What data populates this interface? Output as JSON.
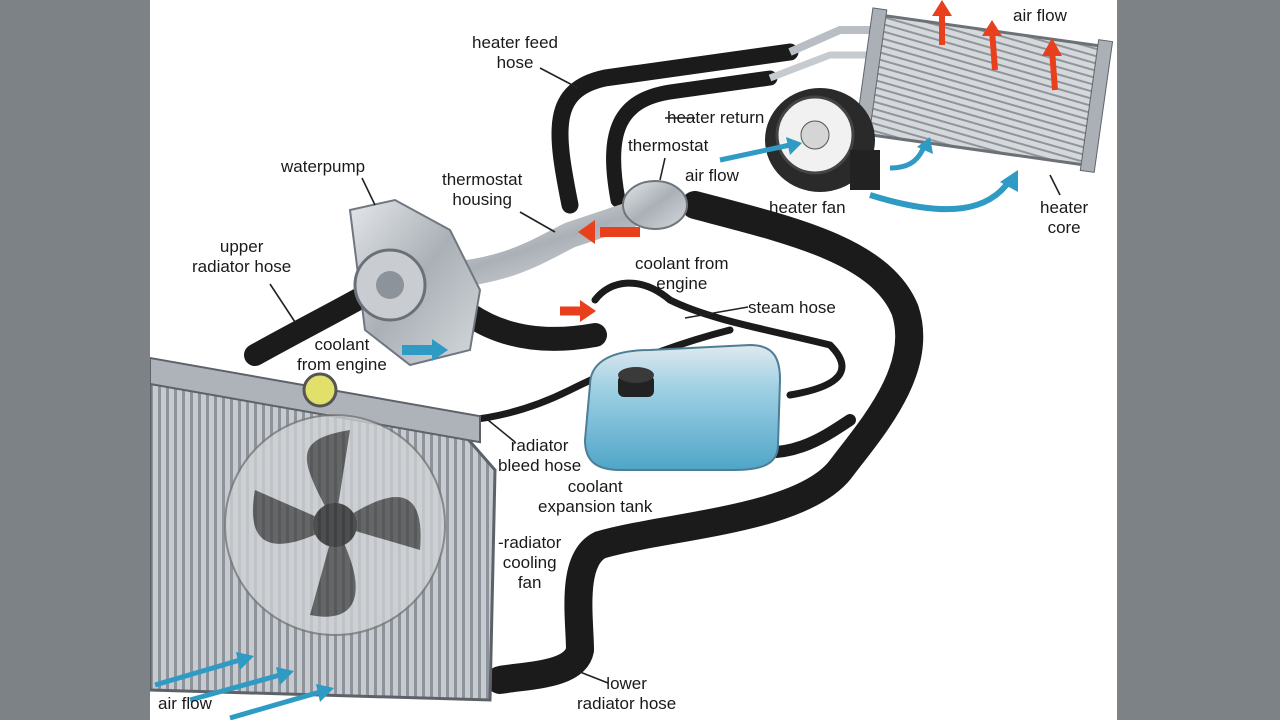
{
  "labels": {
    "heater_feed_hose": [
      "heater feed",
      "hose"
    ],
    "air_flow_top": "air flow",
    "heater_return": "heater return",
    "thermostat": "thermostat",
    "air_flow_mid": "air flow",
    "heater_fan": "heater fan",
    "heater_core": [
      "heater",
      "core"
    ],
    "waterpump": "waterpump",
    "thermostat_housing": [
      "thermostat",
      "housing"
    ],
    "upper_radiator_hose": [
      "upper",
      "radiator hose"
    ],
    "coolant_from_engine_right": [
      "coolant from",
      "engine"
    ],
    "steam_hose": "steam hose",
    "coolant_from_engine_left": [
      "coolant",
      "from engine"
    ],
    "radiator_bleed_hose": [
      "radiator",
      "bleed hose"
    ],
    "coolant_expansion_tank": [
      "coolant",
      "expansion tank"
    ],
    "radiator_cooling_fan": [
      "-radiator",
      "cooling",
      "fan"
    ],
    "lower_radiator_hose": [
      "lower",
      "radiator hose"
    ],
    "air_flow_bottom": "air flow"
  },
  "colors": {
    "hose": "#1b1b1b",
    "hot_arrow": "#e8401c",
    "cool_arrow": "#2f9bc4",
    "coolant": "#6fb9d6",
    "metal": "#b9bec4"
  }
}
